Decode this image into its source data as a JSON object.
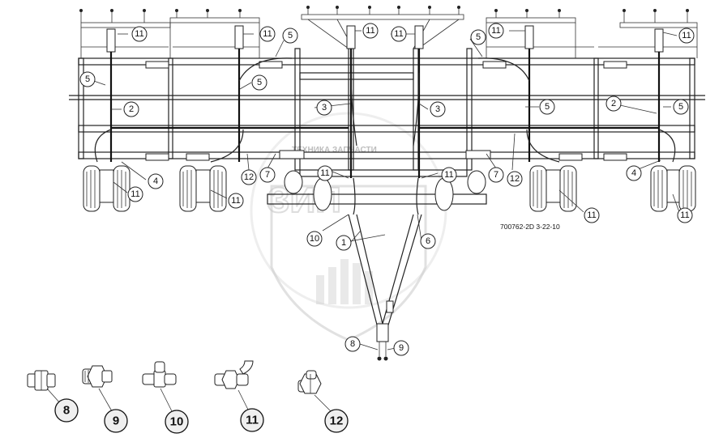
{
  "diagram": {
    "drawing_code": "700762-2D  3-22-10",
    "watermark_text": "ТЕХНИКА ЗАПЧАСТИ",
    "callouts": [
      {
        "id": "c11a",
        "label": "11"
      },
      {
        "id": "c11b",
        "label": "11"
      },
      {
        "id": "c11c",
        "label": "11"
      },
      {
        "id": "c11d",
        "label": "11"
      },
      {
        "id": "c11e",
        "label": "11"
      },
      {
        "id": "c11f",
        "label": "11"
      },
      {
        "id": "c5a",
        "label": "5"
      },
      {
        "id": "c5b",
        "label": "5"
      },
      {
        "id": "c5c",
        "label": "5"
      },
      {
        "id": "c5d",
        "label": "5"
      },
      {
        "id": "c5e",
        "label": "5"
      },
      {
        "id": "c5f",
        "label": "5"
      },
      {
        "id": "c2a",
        "label": "2"
      },
      {
        "id": "c2b",
        "label": "2"
      },
      {
        "id": "c3a",
        "label": "3"
      },
      {
        "id": "c3b",
        "label": "3"
      },
      {
        "id": "c4a",
        "label": "4"
      },
      {
        "id": "c4b",
        "label": "4"
      },
      {
        "id": "c7a",
        "label": "7"
      },
      {
        "id": "c7b",
        "label": "7"
      },
      {
        "id": "c12a",
        "label": "12"
      },
      {
        "id": "c12b",
        "label": "12"
      },
      {
        "id": "c11g",
        "label": "11"
      },
      {
        "id": "c11h",
        "label": "11"
      },
      {
        "id": "c11i",
        "label": "11"
      },
      {
        "id": "c11j",
        "label": "11"
      },
      {
        "id": "c11k",
        "label": "11"
      },
      {
        "id": "c11l",
        "label": "11"
      },
      {
        "id": "c10",
        "label": "10"
      },
      {
        "id": "c1",
        "label": "1"
      },
      {
        "id": "c6",
        "label": "6"
      },
      {
        "id": "c8",
        "label": "8"
      },
      {
        "id": "c9",
        "label": "9"
      }
    ],
    "fittings": [
      {
        "id": "f8",
        "label": "8",
        "kind": "straight-adapter"
      },
      {
        "id": "f9",
        "label": "9",
        "kind": "hex-connector"
      },
      {
        "id": "f10",
        "label": "10",
        "kind": "tee-fitting"
      },
      {
        "id": "f11",
        "label": "11",
        "kind": "elbow-fitting"
      },
      {
        "id": "f12",
        "label": "12",
        "kind": "hex-nipple"
      }
    ]
  }
}
